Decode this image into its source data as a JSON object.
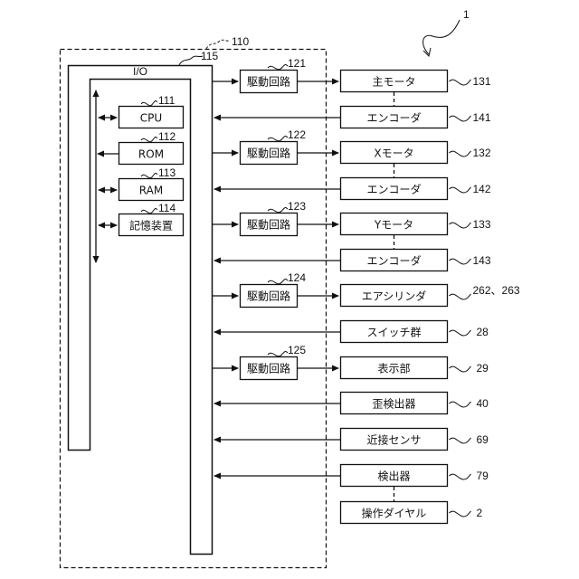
{
  "figure": {
    "system_ref": "1",
    "controller": {
      "ref": "110"
    },
    "io": {
      "label": "I/O",
      "ref": "115"
    },
    "internal_blocks": [
      {
        "id": "cpu",
        "label": "CPU",
        "ref": "111",
        "bus_link": "bidirectional"
      },
      {
        "id": "rom",
        "label": "ROM",
        "ref": "112",
        "bus_link": "to-bus"
      },
      {
        "id": "ram",
        "label": "RAM",
        "ref": "113",
        "bus_link": "bidirectional"
      },
      {
        "id": "storage",
        "label": "記憶装置",
        "ref": "114",
        "bus_link": "bidirectional"
      }
    ],
    "drive_circuits": [
      {
        "label": "駆動回路",
        "ref": "121"
      },
      {
        "label": "駆動回路",
        "ref": "122"
      },
      {
        "label": "駆動回路",
        "ref": "123"
      },
      {
        "label": "駆動回路",
        "ref": "124"
      },
      {
        "label": "駆動回路",
        "ref": "125"
      }
    ],
    "devices": [
      {
        "label": "主モータ",
        "ref": "131",
        "direction": "output",
        "drive": 0
      },
      {
        "label": "エンコーダ",
        "ref": "141",
        "direction": "input"
      },
      {
        "label": "Xモータ",
        "ref": "132",
        "direction": "output",
        "drive": 1
      },
      {
        "label": "エンコーダ",
        "ref": "142",
        "direction": "input"
      },
      {
        "label": "Yモータ",
        "ref": "133",
        "direction": "output",
        "drive": 2
      },
      {
        "label": "エンコーダ",
        "ref": "143",
        "direction": "input"
      },
      {
        "label": "エアシリンダ",
        "ref": "262、263",
        "direction": "output",
        "drive": 3
      },
      {
        "label": "スイッチ群",
        "ref": "28",
        "direction": "input"
      },
      {
        "label": "表示部",
        "ref": "29",
        "direction": "output",
        "drive": 4
      },
      {
        "label": "歪検出器",
        "ref": "40",
        "direction": "input"
      },
      {
        "label": "近接センサ",
        "ref": "69",
        "direction": "input"
      },
      {
        "label": "検出器",
        "ref": "79",
        "direction": "input"
      },
      {
        "label": "操作ダイヤル",
        "ref": "2",
        "direction": "none"
      }
    ],
    "dashed_links": [
      [
        0,
        1
      ],
      [
        2,
        3
      ],
      [
        4,
        5
      ],
      [
        11,
        12
      ]
    ]
  }
}
